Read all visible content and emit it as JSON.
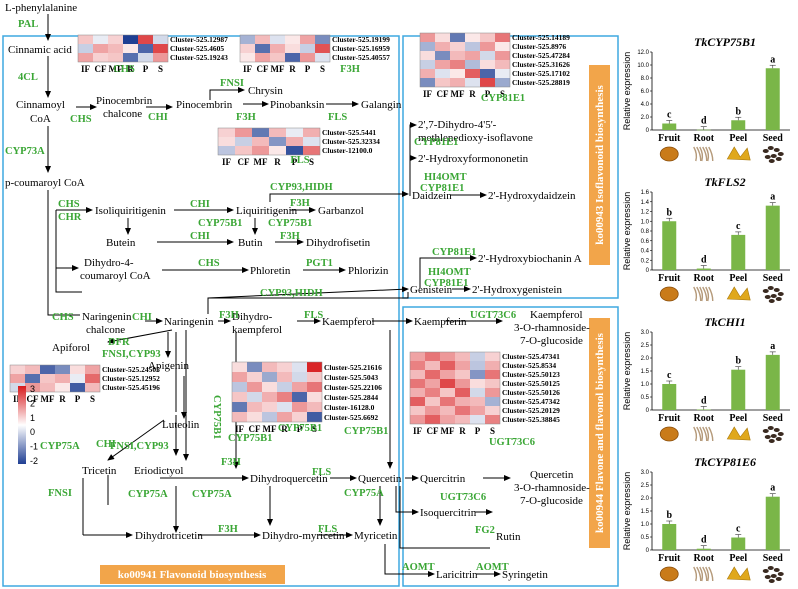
{
  "palette": {
    "enzyme": "#3aa635",
    "box": "#3fa9e0",
    "panel": "#f2a54a",
    "bar": "#7ab648",
    "high": "#e31a1c",
    "low": "#1f3f93"
  },
  "panels": {
    "flavonoid": "ko00941 Flavonoid biosynthesis",
    "isoflavonoid": "ko00943 Isoflavonoid biosynthesis",
    "flavone": "ko00944 Flavone and flavonol biosynthesis"
  },
  "compounds": {
    "phe": "L-phenylalanine",
    "cinn": "Cinnamic acid",
    "cinnCoa1": "Cinnamoyl",
    "cinnCoa2": "CoA",
    "pcoum": "p-coumaroyl CoA",
    "pinoch1": "Pinocembrin",
    "pinoch2": "chalcone",
    "pinoc": "Pinocembrin",
    "chrys": "Chrysin",
    "pinob": "Pinobanksin",
    "galang": "Galangin",
    "isoliq": "Isoliquiritigenin",
    "liq": "Liquiritigenin",
    "garb": "Garbanzol",
    "butein": "Butein",
    "butin": "Butin",
    "dhfis": "Dihydrofisetin",
    "dhc1": "Dihydro-4-",
    "dhc2": "coumaroyl CoA",
    "phlor": "Phloretin",
    "phlz": "Phlorizin",
    "narch1": "Naringenin",
    "narch2": "chalcone",
    "nar": "Naringenin",
    "dhk1": "Dihydro-",
    "dhk2": "kaempferol",
    "kaem": "Kaempferol",
    "apif": "Apiforol",
    "apig": "Apigenin",
    "lut": "Luteolin",
    "tric": "Tricetin",
    "erio": "Eriodictyol",
    "dhq": "Dihydroquercetin",
    "quer": "Quercetin",
    "dht": "Dihydrotricetin",
    "dhm": "Dihydro-myricetin",
    "myr": "Myricetin",
    "dmi1": "2',7-Dihydro-4'5'-",
    "dmi2": "methlenedioxy-isoflavone",
    "hfor": "2'-Hydroxyformononetin",
    "daid": "Daidzein",
    "hdai": "2'-Hydroxydaidzein",
    "hbio": "2'-Hydroxybiochanin A",
    "gen": "Genistein",
    "hgen": "2'-Hydroxygenistein",
    "kaemf": "Kaempferin",
    "kr1": "Kaempferol",
    "kr2": "3-O-rhamnoside-",
    "kr3": "7-O-glucoside",
    "quercit": "Quercitrin",
    "qr1": "Quercetin",
    "qr2": "3-O-rhamnoside-",
    "qr3": "7-O-glucoside",
    "isoq": "Isoquercitrin",
    "rutin": "Rutin",
    "lar": "Laricitrin",
    "syr": "Syringetin"
  },
  "enzymes": {
    "pal": "PAL",
    "c4l": "4CL",
    "cyp73a": "CYP73A",
    "chs1": "CHS",
    "chi1": "CHI",
    "fnsi1": "FNSI",
    "f3h1": "F3H",
    "fls1": "FLS",
    "chs2": "CHS",
    "chr": "CHR",
    "chi2": "CHI",
    "cyp75b1a": "CYP75B1",
    "f3h2": "F3H",
    "cyp75b1b": "CYP75B1",
    "chi3": "CHI",
    "f3h3": "F3H",
    "chs3": "CHS",
    "pgt1": "PGT1",
    "cyp93a": "CYP93,HIDH",
    "cyp93b": "CYP93,HIDH",
    "chs4": "CHS",
    "chi4": "CHI",
    "f3h4": "F3H",
    "fls2": "FLS",
    "dfr": "DFR",
    "fnsi2": "FNSI,CYP93",
    "cyp75b1v": "CYP75B1",
    "chi5": "CHI",
    "cyp75a1": "CYP75A",
    "fnsi3": "FNSI,CYP93",
    "f3h5": "F3H",
    "fnsi4": "FNSI",
    "cyp75b1c": "CYP75B1",
    "fls3": "FLS",
    "cyp75a2": "CYP75A",
    "cyp75a3": "CYP75A",
    "f3h6": "F3H",
    "fls4": "FLS",
    "cyp75b1d": "CYP75B1",
    "cyp75a4": "CYP75A",
    "cyp81e1a": "CYP81E1",
    "hi4omt1": "HI4OMT",
    "cyp81e1b": "CYP81E1",
    "cyp81e1c": "CYP81E1",
    "hi4omt2": "HI4OMT",
    "cyp81e1d": "CYP81E1",
    "ugt1": "UGT73C6",
    "ugt2": "UGT73C6",
    "fg2": "FG2",
    "aomt1": "AOMT",
    "aomt2": "AOMT"
  },
  "tissues": [
    "IF",
    "CF",
    "MF",
    "R",
    "P",
    "S"
  ],
  "heatmaps": [
    {
      "id": "chs",
      "label": "CHS",
      "clusters": [
        "Cluster-525.12987",
        "Cluster-525.4605",
        "Cluster-525.19243"
      ],
      "values": [
        [
          0.5,
          -0.2,
          0.4,
          -2,
          1.6,
          -0.4
        ],
        [
          -0.5,
          0.8,
          0.6,
          0.2,
          -1.6,
          1.6
        ],
        [
          0.8,
          0.4,
          0.5,
          -1.5,
          -0.4,
          0.9
        ]
      ]
    },
    {
      "id": "f3h",
      "label": "F3H",
      "clusters": [
        "Cluster-525.19199",
        "Cluster-525.16959",
        "Cluster-525.40557"
      ],
      "values": [
        [
          -0.8,
          0.6,
          -0.3,
          0.2,
          0.8,
          -1.2
        ],
        [
          0.4,
          -1.5,
          0.7,
          0.3,
          -0.5,
          1.5
        ],
        [
          0.2,
          0.8,
          0.5,
          -1.6,
          0.9,
          -0.3
        ]
      ]
    },
    {
      "id": "fls",
      "label": "FLS",
      "clusters": [
        "Cluster-525.5441",
        "Cluster-525.32334",
        "Cluster-12100.0"
      ],
      "values": [
        [
          0.4,
          0.9,
          -1.4,
          0.6,
          -0.2,
          0.7
        ],
        [
          0.3,
          -0.5,
          0.6,
          -1.1,
          0.7,
          -0.3
        ],
        [
          -0.6,
          0.5,
          0.9,
          0.2,
          -1.8,
          1.2
        ]
      ]
    },
    {
      "id": "cyp81",
      "label": "CYP81E1",
      "clusters": [
        "Cluster-525.14189",
        "Cluster-525.8976",
        "Cluster-525.47284",
        "Cluster-525.31626",
        "Cluster-525.17102",
        "Cluster-525.28819"
      ],
      "values": [
        [
          0.9,
          0.3,
          -1.4,
          0.2,
          0.5,
          1.2
        ],
        [
          -0.8,
          0.7,
          0.4,
          -0.6,
          0.9,
          0.2
        ],
        [
          0.3,
          -1.2,
          0.6,
          0.8,
          -0.4,
          0.9
        ],
        [
          -0.5,
          0.8,
          1.1,
          -0.7,
          0.3,
          0.6
        ],
        [
          0.7,
          -0.3,
          0.2,
          1.4,
          -1.6,
          -0.2
        ],
        [
          -1.2,
          0.5,
          0.7,
          -0.3,
          1.6,
          -0.9
        ]
      ]
    },
    {
      "id": "fnsi",
      "label": "",
      "clusters": [
        "Cluster-525.24505",
        "Cluster-525.12952",
        "Cluster-525.45196"
      ],
      "values": [
        [
          0.4,
          0.6,
          -1.6,
          -1.2,
          0.3,
          0.8
        ],
        [
          0.8,
          -1.5,
          0.5,
          0.7,
          -0.2,
          1.3
        ],
        [
          -0.4,
          0.9,
          0.6,
          0.2,
          -1.7,
          0.6
        ]
      ]
    },
    {
      "id": "cyp75",
      "label": "CYP75B1",
      "clusters": [
        "Cluster-525.21616",
        "Cluster-525.5043",
        "Cluster-525.22106",
        "Cluster-525.2844",
        "Cluster-16128.0",
        "Cluster-525.6692"
      ],
      "values": [
        [
          0.3,
          -1.2,
          0.6,
          0.4,
          -0.3,
          1.9
        ],
        [
          0.8,
          0.4,
          -0.9,
          0.6,
          -0.4,
          0.5
        ],
        [
          -0.6,
          0.9,
          0.3,
          -0.5,
          0.8,
          1.2
        ],
        [
          0.5,
          -0.4,
          0.7,
          1.1,
          -1.6,
          0.3
        ],
        [
          -1.4,
          0.6,
          0.4,
          -0.3,
          0.9,
          0.6
        ],
        [
          0.6,
          0.3,
          -0.6,
          0.8,
          0.4,
          -1.7
        ]
      ]
    },
    {
      "id": "ugt",
      "label": "UGT73C6",
      "clusters": [
        "Cluster-525.47341",
        "Cluster-525.8534",
        "Cluster-525.50123",
        "Cluster-525.50125",
        "Cluster-525.50126",
        "Cluster-525.47342",
        "Cluster-525.20129",
        "Cluster-525.38845"
      ],
      "values": [
        [
          0.8,
          1.2,
          0.9,
          0.6,
          -0.5,
          0.4
        ],
        [
          1.1,
          0.6,
          1.4,
          0.8,
          -0.6,
          0.7
        ],
        [
          0.6,
          1.3,
          0.8,
          0.5,
          -1.1,
          1.2
        ],
        [
          1.2,
          0.8,
          1.6,
          0.9,
          0.3,
          0.5
        ],
        [
          0.7,
          1.1,
          0.5,
          1.4,
          -0.4,
          0.9
        ],
        [
          1.4,
          0.5,
          1.2,
          0.7,
          0.6,
          -0.8
        ],
        [
          0.5,
          0.9,
          0.6,
          1.2,
          0.8,
          0.4
        ],
        [
          0.9,
          1.4,
          0.8,
          0.6,
          -0.3,
          1.1
        ]
      ]
    }
  ],
  "legend": {
    "ticks": [
      "3",
      "2",
      "1",
      "0",
      "-1",
      "-2"
    ]
  },
  "bar_charts": {
    "ylabel": "Relative expression",
    "categories": [
      "Fruit",
      "Root",
      "Peel",
      "Seed"
    ],
    "icons": [
      "fruit-icon",
      "root-icon",
      "peel-icon",
      "seed-icon"
    ],
    "charts": [
      {
        "title": "TkCYP75B1",
        "ymax": 12,
        "ticks": [
          "0",
          "2.0",
          "4.0",
          "6.0",
          "8.0",
          "10.0",
          "12.0"
        ],
        "values": [
          1.0,
          0.05,
          1.5,
          9.5
        ],
        "sig": [
          "c",
          "d",
          "b",
          "a"
        ]
      },
      {
        "title": "TkFLS2",
        "ymax": 1.6,
        "ticks": [
          "0",
          "0.2",
          "0.4",
          "0.6",
          "0.8",
          "1.0",
          "1.2",
          "1.4",
          "1.6"
        ],
        "values": [
          1.0,
          0.03,
          0.72,
          1.32
        ],
        "sig": [
          "b",
          "d",
          "c",
          "a"
        ]
      },
      {
        "title": "TkCHI1",
        "ymax": 3.0,
        "ticks": [
          "0",
          "0.5",
          "1.0",
          "1.5",
          "2.0",
          "2.5",
          "3.0"
        ],
        "values": [
          1.0,
          0.02,
          1.55,
          2.12
        ],
        "sig": [
          "c",
          "d",
          "b",
          "a"
        ]
      },
      {
        "title": "TkCYP81E6",
        "ymax": 3.0,
        "ticks": [
          "0",
          "0.5",
          "1.0",
          "1.5",
          "2.0",
          "2.5",
          "3.0"
        ],
        "values": [
          1.0,
          0.05,
          0.48,
          2.05
        ],
        "sig": [
          "b",
          "d",
          "c",
          "a"
        ]
      }
    ]
  }
}
